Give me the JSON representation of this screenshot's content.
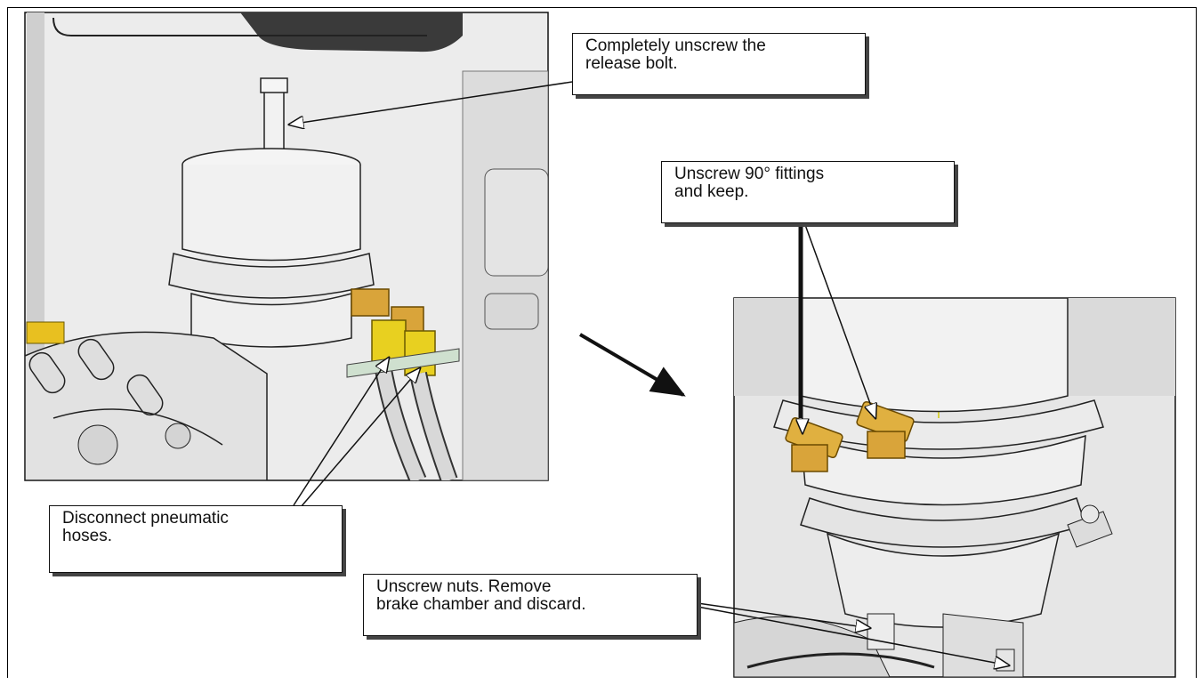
{
  "callouts": {
    "release_bolt": [
      "Completely unscrew the",
      "release bolt."
    ],
    "fittings": [
      "Unscrew 90° fittings",
      "and keep."
    ],
    "hoses": [
      "Disconnect pneumatic",
      "hoses."
    ],
    "nuts": [
      "Unscrew nuts. Remove",
      "brake chamber and discard."
    ]
  },
  "colors": {
    "fitting_yellow": "#e8c020",
    "fitting_brass": "#d9a43a",
    "model_gray": "#e6e6e6",
    "outline": "#1a1a1a"
  }
}
